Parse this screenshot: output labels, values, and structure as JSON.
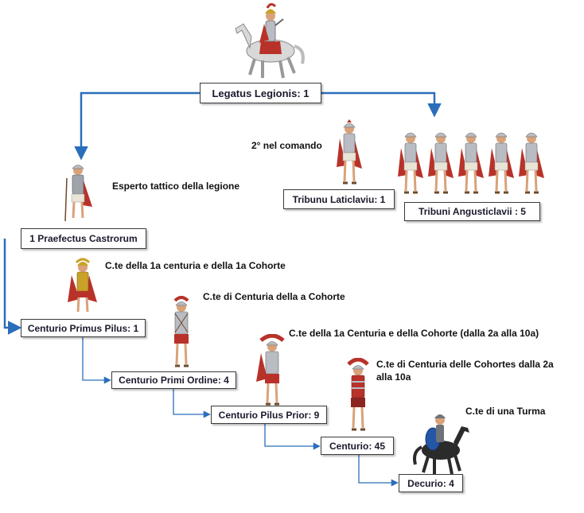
{
  "colors": {
    "connector": "#2a6ebb",
    "box_border": "#3a3a3a",
    "box_text": "#1a1a2e",
    "tunic_red": "#b8322a",
    "armor_silver": "#b9bcc2",
    "gold": "#c9a227",
    "horse_grey": "#d8d8d8",
    "horse_dark": "#2b2b2b",
    "shield_blue": "#2456a6"
  },
  "nodes": {
    "legatus": "Legatus Legionis: 1",
    "laticlavius": "Tribunu Laticlaviu: 1",
    "angusticlavii": "Tribuni Angusticlavii : 5",
    "praefectus": "1 Praefectus Castrorum",
    "primus_pilus": "Centurio Primus Pilus: 1",
    "primi_ordine": "Centurio Primi Ordine: 4",
    "pilus_prior": "Centurio Pilus Prior: 9",
    "centurio": "Centurio: 45",
    "decurio": "Decurio: 4"
  },
  "notes": {
    "second_in_command": "2° nel comando",
    "tactical_expert": "Esperto tattico della legione",
    "primus_pilus_desc": "C.te della 1a centuria e della 1a Cohorte",
    "primi_ordine_desc": "C.te di Centuria della a Cohorte",
    "pilus_prior_desc": "C.te della 1a Centuria e della Cohorte (dalla 2a alla 10a)",
    "centurio_desc_line1": "C.te di Centuria delle Cohortes dalla 2a",
    "centurio_desc_line2": "alla 10a",
    "decurio_desc": "C.te di una Turma"
  },
  "icons": [
    "mounted-legatus-icon",
    "tribune-soldier-icon",
    "prefect-soldier-icon",
    "centurion-soldier-icon",
    "cavalry-decurion-icon"
  ]
}
